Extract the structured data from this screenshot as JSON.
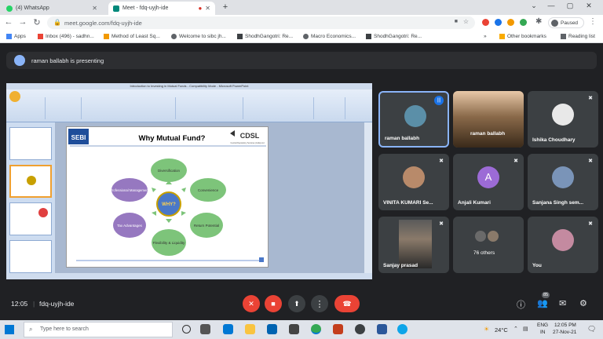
{
  "browser": {
    "tabs": [
      {
        "label": "(4) WhatsApp",
        "color": "#25d366"
      },
      {
        "label": "Meet - fdq-uyjh-ide",
        "color": "#00897b"
      }
    ],
    "url": "meet.google.com/fdq-uyjh-ide",
    "profile_status": "Paused",
    "bookmarks": [
      {
        "label": "Apps",
        "color": "#4285f4"
      },
      {
        "label": "Inbox (496) - sadhn...",
        "color": "#ea4335"
      },
      {
        "label": "Method of Least Sq...",
        "color": "#f29900"
      },
      {
        "label": "Welcome to sibc jh...",
        "color": "#5f6368"
      },
      {
        "label": "ShodhGangotri: Re...",
        "color": "#3c4043"
      },
      {
        "label": "Macro Economics...",
        "color": "#5f6368"
      },
      {
        "label": "ShodhGangotri: Re...",
        "color": "#3c4043"
      }
    ],
    "other_bookmarks": "Other bookmarks",
    "reading_list": "Reading list"
  },
  "meet": {
    "presenting_text": "raman ballabh is presenting",
    "time": "12:05",
    "meeting_code": "fdq-uyjh-ide",
    "participants_count": "85",
    "participants": [
      {
        "name": "raman ballabh",
        "speaking": true,
        "avatar_color": "#5b8fa8"
      },
      {
        "name": "raman ballabh",
        "muted": false,
        "avatar_color": "#6a5a4a"
      },
      {
        "name": "Ishika Choudhary",
        "muted": true,
        "avatar_color": "#e8e8e8"
      },
      {
        "name": "VINITA KUMARI Se...",
        "muted": true,
        "avatar_color": "#b88a6a"
      },
      {
        "name": "Anjali Kumari",
        "muted": true,
        "initial": "A",
        "avatar_color": "#9c6bd6"
      },
      {
        "name": "Sanjana Singh sem...",
        "muted": true,
        "avatar_color": "#7a94b8"
      },
      {
        "name": "Sanjay prasad",
        "muted": true,
        "avatar_color": "#7a6a5a"
      },
      {
        "name": "76 others"
      },
      {
        "name": "You",
        "muted": true,
        "avatar_color": "#c48aa0"
      }
    ]
  },
  "ppt": {
    "window_title": "Introduction to Investing in Mutual Funds - Compatibility Mode - Microsoft PowerPoint",
    "slide_title": "Why Mutual Fund?",
    "left_logo": "SEBI",
    "right_logo": "CDSL",
    "right_logo_sub": "Central Depository Services (India) Ltd",
    "center": "WHY?",
    "reasons": [
      "Diversification",
      "Convenience",
      "Return Potential",
      "Flexibility & Liquidity",
      "Tax Advantages",
      "Professional Management"
    ],
    "colors": {
      "green": "#7dc47a",
      "purple": "#9678c0",
      "blue": "#4a78c8",
      "center": "#c8a000"
    }
  },
  "taskbar": {
    "search_placeholder": "Type here to search",
    "temperature": "24°C",
    "lang": "ENG",
    "lang_region": "IN",
    "clock_time": "12:05 PM",
    "clock_date": "27-Nov-21"
  }
}
